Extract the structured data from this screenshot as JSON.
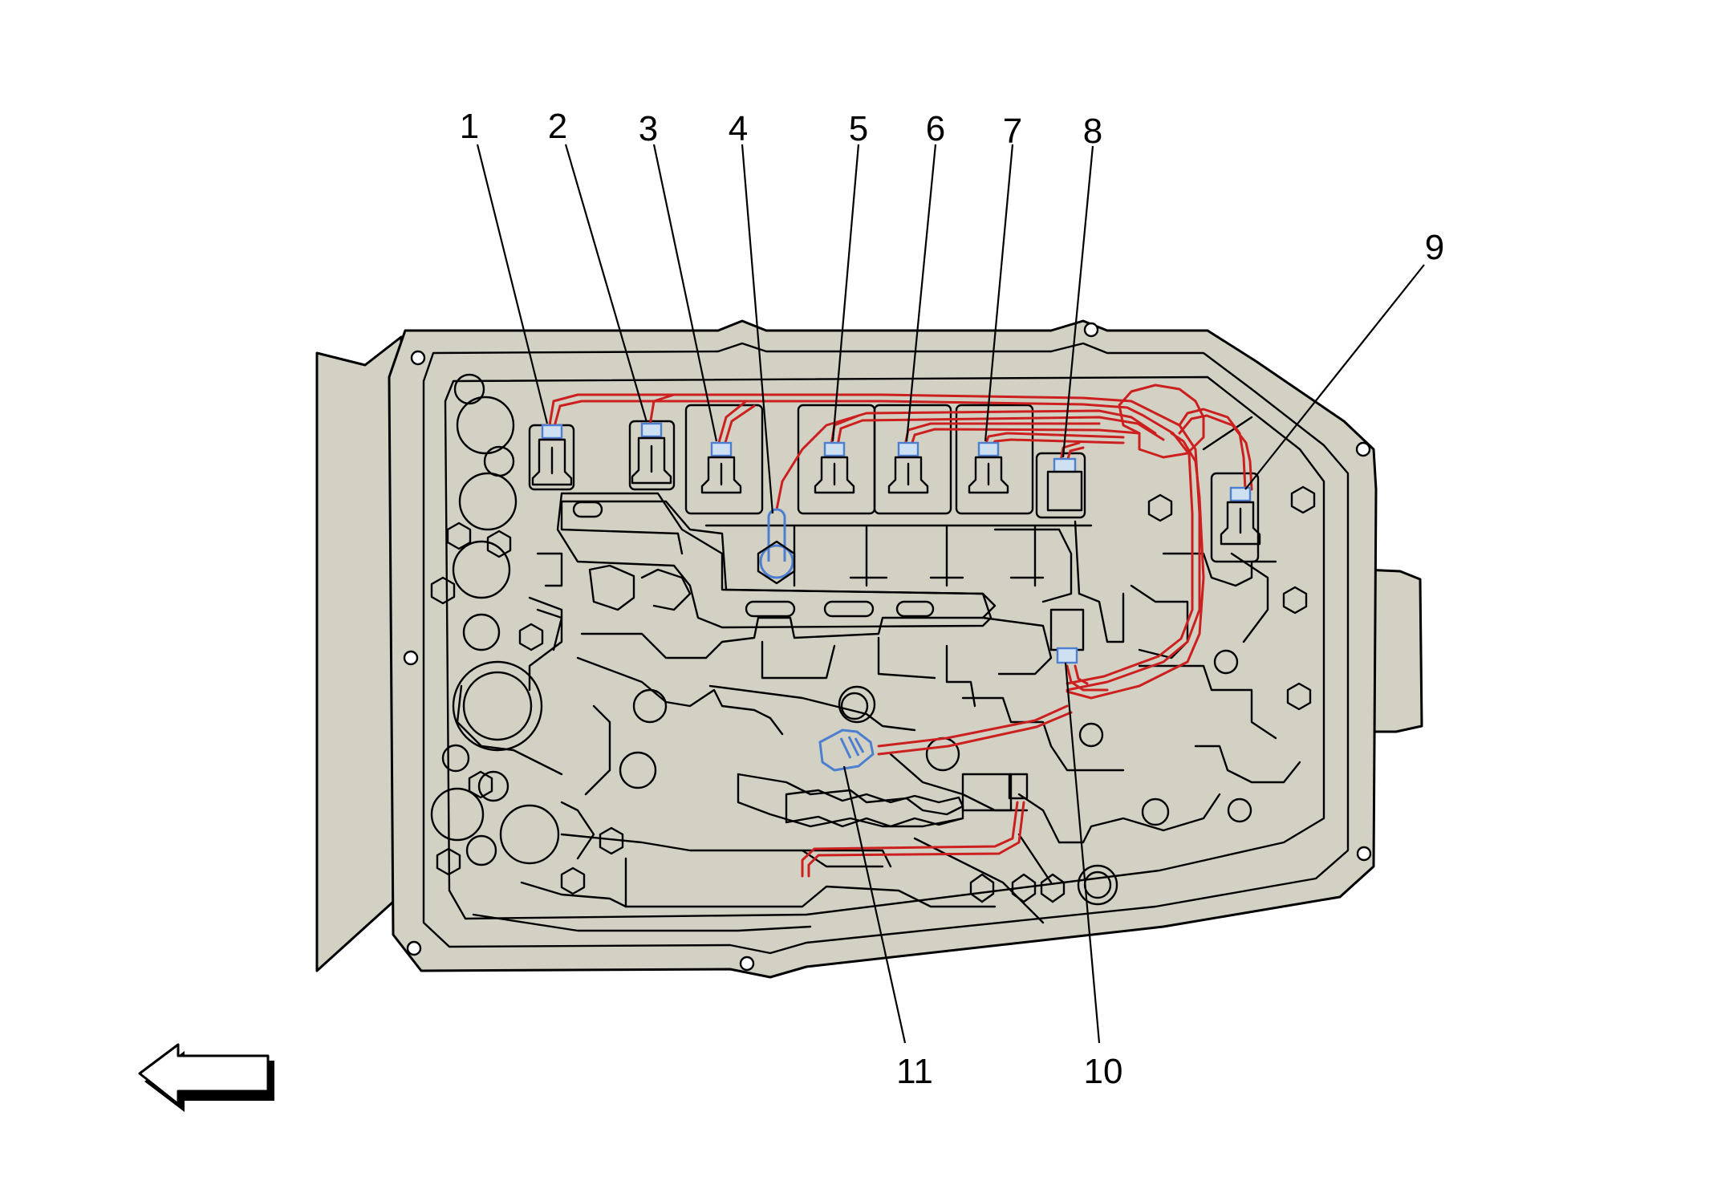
{
  "callouts": [
    {
      "label": "1"
    },
    {
      "label": "2"
    },
    {
      "label": "3"
    },
    {
      "label": "4"
    },
    {
      "label": "5"
    },
    {
      "label": "6"
    },
    {
      "label": "7"
    },
    {
      "label": "8"
    },
    {
      "label": "9"
    },
    {
      "label": "10"
    },
    {
      "label": "11"
    }
  ],
  "colors": {
    "housing": "#d3d1c3",
    "harness": "#cc1f1f",
    "connector": "#4d7fd0",
    "connector_fill": "#cfe0f2"
  },
  "icons": {
    "direction": "arrow-left-icon"
  }
}
